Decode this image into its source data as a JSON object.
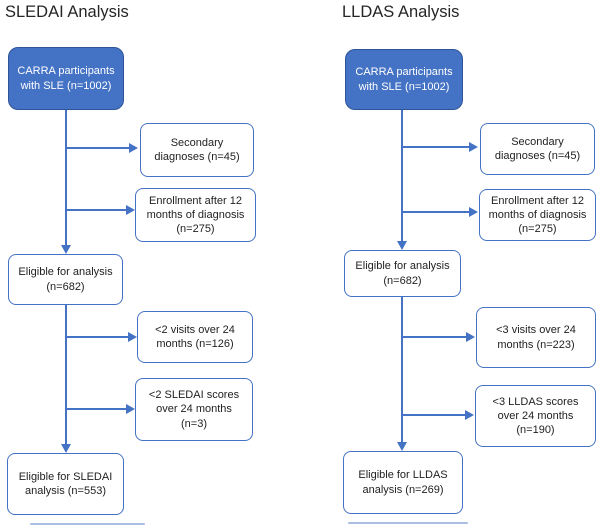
{
  "figure": {
    "left": {
      "title": "SLEDAI Analysis",
      "source_box": "CARRA participants\nwith SLE (n=1002)",
      "exclusion_1": "Secondary\ndiagnoses (n=45)",
      "exclusion_2": "Enrollment after 12\nmonths of diagnosis\n(n=275)",
      "eligible_box": "Eligible for analysis\n(n=682)",
      "exclusion_3": "<2 visits over 24\nmonths (n=126)",
      "exclusion_4": "<2 SLEDAI scores\nover 24 months\n(n=3)",
      "final_box": "Eligible for SLEDAI\nanalysis (n=553)"
    },
    "right": {
      "title": "LLDAS Analysis",
      "source_box": "CARRA participants\nwith SLE (n=1002)",
      "exclusion_1": "Secondary\ndiagnoses (n=45)",
      "exclusion_2": "Enrollment after 12\nmonths of diagnosis\n(n=275)",
      "eligible_box": "Eligible for analysis\n(n=682)",
      "exclusion_3": "<3 visits over 24\nmonths (n=223)",
      "exclusion_4": "<3 LLDAS scores\nover 24 months\n(n=190)",
      "final_box": "Eligible for LLDAS\nanalysis (n=269)"
    }
  },
  "colors": {
    "node_fill": "#4472C4",
    "node_fill_border": "#2F5597",
    "outline_border": "#4472C4",
    "connector": "#4472C4",
    "filled_text": "#FFFFFF",
    "box_text": "#222222",
    "title_text": "#262626",
    "background": "#FFFFFF"
  }
}
